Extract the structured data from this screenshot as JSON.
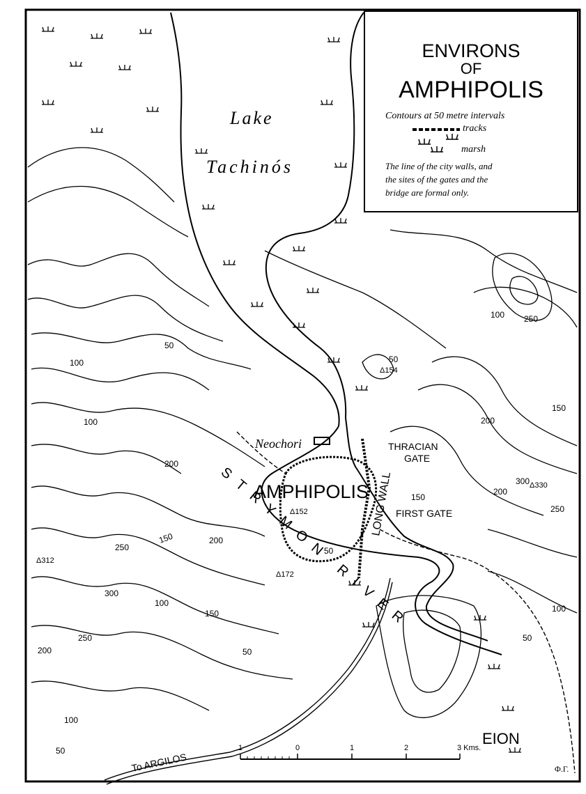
{
  "title": {
    "line1": "ENVIRONS",
    "line2": "OF",
    "line3": "AMPHIPOLIS"
  },
  "legend": {
    "contours": "Contours at 50 metre intervals",
    "tracks": "tracks",
    "marsh": "marsh",
    "note1": "The line of the city walls, and",
    "note2": "the sites of the gates and the",
    "note3": "bridge are formal only."
  },
  "places": {
    "lake1": "Lake",
    "lake2": "Tachinós",
    "neochori": "Neochori",
    "amphipolis": "AMPHIPOLIS",
    "thracian1": "THRACIAN",
    "thracian2": "GATE",
    "first_gate": "FIRST GATE",
    "long_wall": "LONG WALL",
    "river": "STRYMON RIVER",
    "eion": "EION",
    "argilos": "To ARGILOS"
  },
  "contour_labels": [
    "50",
    "100",
    "150",
    "200",
    "250",
    "300",
    "50",
    "100",
    "150",
    "200",
    "250",
    "100",
    "50",
    "50",
    "100",
    "150",
    "200",
    "250",
    "300",
    "50",
    "100",
    "200",
    "250",
    "100",
    "50",
    "150",
    "200"
  ],
  "heights": [
    "Δ154",
    "Δ152",
    "Δ172",
    "Δ312",
    "Δ330"
  ],
  "scale": {
    "ticks": [
      "1",
      "0",
      "1",
      "2",
      "3 Kms."
    ]
  },
  "signature": "Φ.Γ.",
  "colors": {
    "ink": "#000000",
    "paper": "#ffffff"
  }
}
